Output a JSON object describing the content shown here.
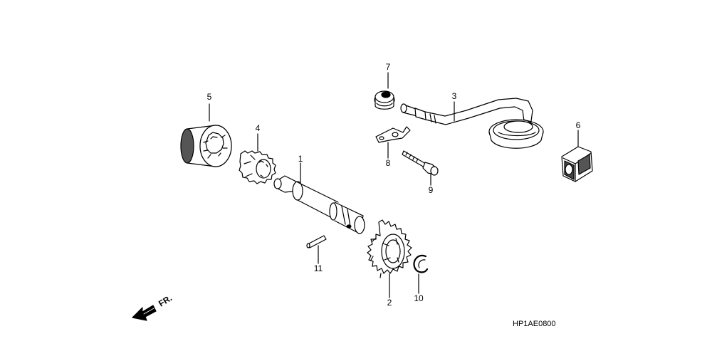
{
  "diagram": {
    "code": "HP1AE0800",
    "direction_label": "FR.",
    "parts": [
      {
        "id": "1",
        "label": "1",
        "icon": "oil-pump-shaft"
      },
      {
        "id": "2",
        "label": "2",
        "icon": "sprocket-gear"
      },
      {
        "id": "3",
        "label": "3",
        "icon": "oil-strainer-pipe"
      },
      {
        "id": "4",
        "label": "4",
        "icon": "inner-rotor"
      },
      {
        "id": "5",
        "label": "5",
        "icon": "outer-rotor"
      },
      {
        "id": "6",
        "label": "6",
        "icon": "joint-collar"
      },
      {
        "id": "7",
        "label": "7",
        "icon": "grommet"
      },
      {
        "id": "8",
        "label": "8",
        "icon": "setting-plate"
      },
      {
        "id": "9",
        "label": "9",
        "icon": "flange-bolt"
      },
      {
        "id": "10",
        "label": "10",
        "icon": "snap-ring"
      },
      {
        "id": "11",
        "label": "11",
        "icon": "dowel-pin"
      }
    ]
  }
}
